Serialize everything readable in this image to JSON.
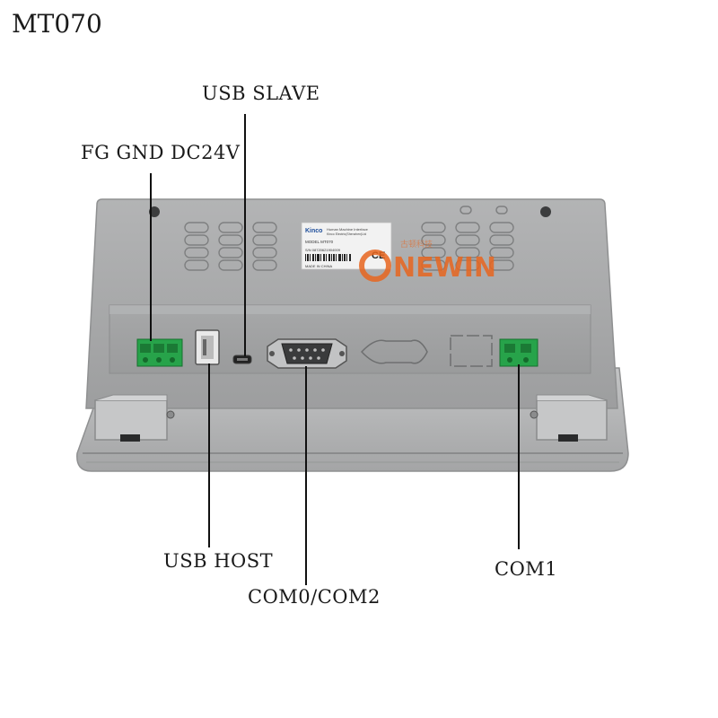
{
  "title": "MT070",
  "labels": {
    "usb_slave": "USB SLAVE",
    "power": "FG GND DC24V",
    "usb_host": "USB HOST",
    "com0_com2": "COM0/COM2",
    "com1": "COM1"
  },
  "sticker": {
    "brand": "Kinco",
    "desc_line1": "Human Machine Interface",
    "desc_line2": "Kinco Electric(Shenzhen)Ltd",
    "model_line": "MODEL  MT070",
    "serial_line": "S/N  08720621904009",
    "made_in": "MADE IN CHINA",
    "ce_mark": "CE"
  },
  "watermark": {
    "text": "NEWIN",
    "sub": "古顿科技"
  },
  "colors": {
    "housing": "#a9aaab",
    "housing_dark": "#8a8b8c",
    "bezel": "#b9babb",
    "terminal_green": "#27a34a",
    "leader_line": "#111111",
    "watermark_orange": "#e8661f"
  }
}
